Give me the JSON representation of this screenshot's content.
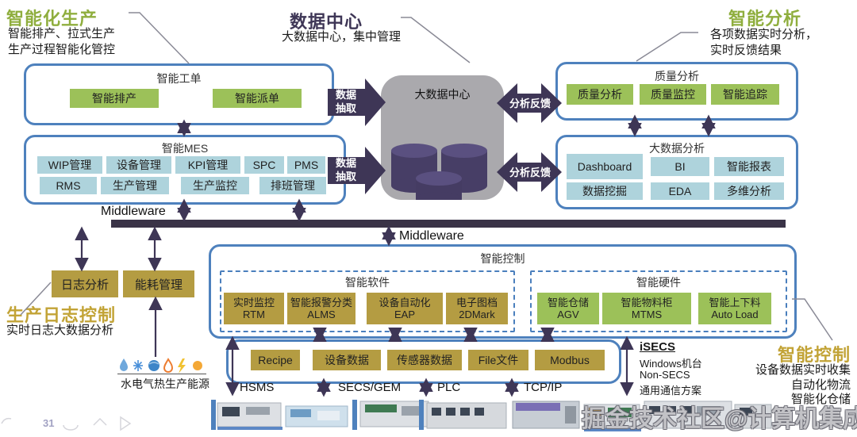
{
  "colors": {
    "title_green": "#8fae3e",
    "title_gold": "#c2a336",
    "title_navy": "#3e3656",
    "box_border_blue": "#4e81bd",
    "button_green": "#9cc159",
    "button_blue": "#aed3dc",
    "button_olive": "#b49c42",
    "arrow_dark": "#3e3656",
    "middleware_bar": "#3a3347",
    "datacenter_gray": "#aaa9ad"
  },
  "annotations": {
    "top_left": {
      "title": "智能化生产",
      "line1": "智能排产、拉式生产",
      "line2": "生产过程智能化管控"
    },
    "top_center": {
      "title": "数据中心",
      "subtitle": "大数据中心，集中管理"
    },
    "top_right": {
      "title": "智能分析",
      "line1": "各项数据实时分析，",
      "line2": "实时反馈结果"
    },
    "bottom_left": {
      "title": "生产日志控制",
      "subtitle": "实时日志大数据分析"
    },
    "bottom_right": {
      "title": "智能控制",
      "line1": "设备数据实时收集",
      "line2": "自动化物流",
      "line3": "智能化仓储"
    }
  },
  "work_order": {
    "title": "智能工单",
    "buttons": [
      "智能排产",
      "智能派单"
    ]
  },
  "mes": {
    "title": "智能MES",
    "row1": [
      "WIP管理",
      "设备管理",
      "KPI管理",
      "SPC",
      "PMS"
    ],
    "row2": [
      "RMS",
      "生产管理",
      "生产监控",
      "排班管理"
    ]
  },
  "quality": {
    "title": "质量分析",
    "buttons": [
      "质量分析",
      "质量监控",
      "智能追踪"
    ]
  },
  "bigdata": {
    "title": "大数据分析",
    "row1": [
      "Dashboard",
      "BI",
      "智能报表"
    ],
    "row2": [
      "数据挖掘",
      "EDA",
      "多维分析"
    ]
  },
  "datacenter": {
    "label": "大数据中心"
  },
  "arrows": {
    "extract_l1": "数据",
    "extract_l2": "抽取",
    "feedback": "分析反馈"
  },
  "middleware": {
    "label": "Middleware"
  },
  "log_buttons": {
    "log": "日志分析",
    "energy": "能耗管理"
  },
  "energy": {
    "label": "水电气热生产能源",
    "icons": [
      "water-drop",
      "snowflake",
      "globe",
      "flame",
      "lightning",
      "sun"
    ]
  },
  "smart_control": {
    "title": "智能控制",
    "software": {
      "title": "智能软件",
      "buttons": [
        {
          "l1": "实时监控",
          "l2": "RTM"
        },
        {
          "l1": "智能报警分类",
          "l2": "ALMS"
        },
        {
          "l1": "设备自动化",
          "l2": "EAP"
        },
        {
          "l1": "电子图档",
          "l2": "2DMark"
        }
      ]
    },
    "hardware": {
      "title": "智能硬件",
      "buttons": [
        {
          "l1": "智能仓储",
          "l2": "AGV"
        },
        {
          "l1": "智能物料柜",
          "l2": "MTMS"
        },
        {
          "l1": "智能上下料",
          "l2": "Auto Load"
        }
      ]
    }
  },
  "data_layer": {
    "buttons": [
      "Recipe",
      "设备数据",
      "传感器数据",
      "File文件",
      "Modbus"
    ]
  },
  "protocols": [
    "HSMS",
    "SECS/GEM",
    "PLC",
    "TCP/IP"
  ],
  "isecs": {
    "title": "iSECS",
    "line1": "Windows机台",
    "line2": "Non-SECS",
    "line3": "通用通信方案"
  },
  "watermark": "掘金技术社区@计算机集成",
  "page_hint": "31"
}
